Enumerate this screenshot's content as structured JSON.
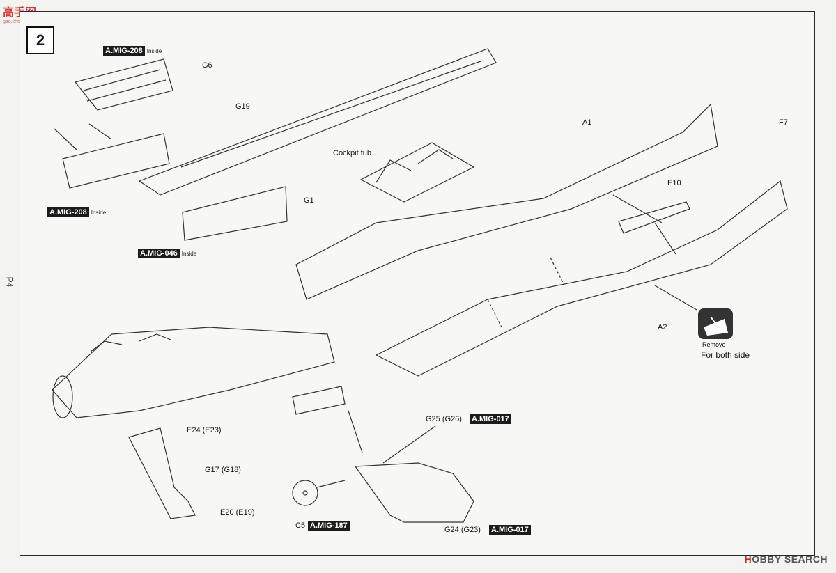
{
  "brand": {
    "site_text": "高手网",
    "site_sub": "gao.shou.com",
    "footer_logo_a": "H",
    "footer_logo_b": "OBBY SEARCH"
  },
  "page_number": "P4",
  "step_number": "2",
  "parts": {
    "g6": "G6",
    "g19": "G19",
    "g1": "G1",
    "a1": "A1",
    "f7": "F7",
    "e10": "E10",
    "a2": "A2",
    "cockpit": "Cockpit tub",
    "e24": "E24 (E23)",
    "g17": "G17 (G18)",
    "e20": "E20 (E19)",
    "g25": "G25 (G26)",
    "g24": "G24 (G23)",
    "c5": "C5"
  },
  "paints": {
    "mig208_top": {
      "code": "A.MIG-208",
      "note": "Inside"
    },
    "mig208_mid": {
      "code": "A.MIG-208",
      "note": "Inside"
    },
    "mig046": {
      "code": "A.MIG-046",
      "note": "Inside"
    },
    "mig017_top": {
      "code": "A.MIG-017"
    },
    "mig017_bot": {
      "code": "A.MIG-017"
    },
    "mig187": {
      "code": "A.MIG-187"
    }
  },
  "remove": {
    "word": "Remove",
    "note": "For both side"
  }
}
